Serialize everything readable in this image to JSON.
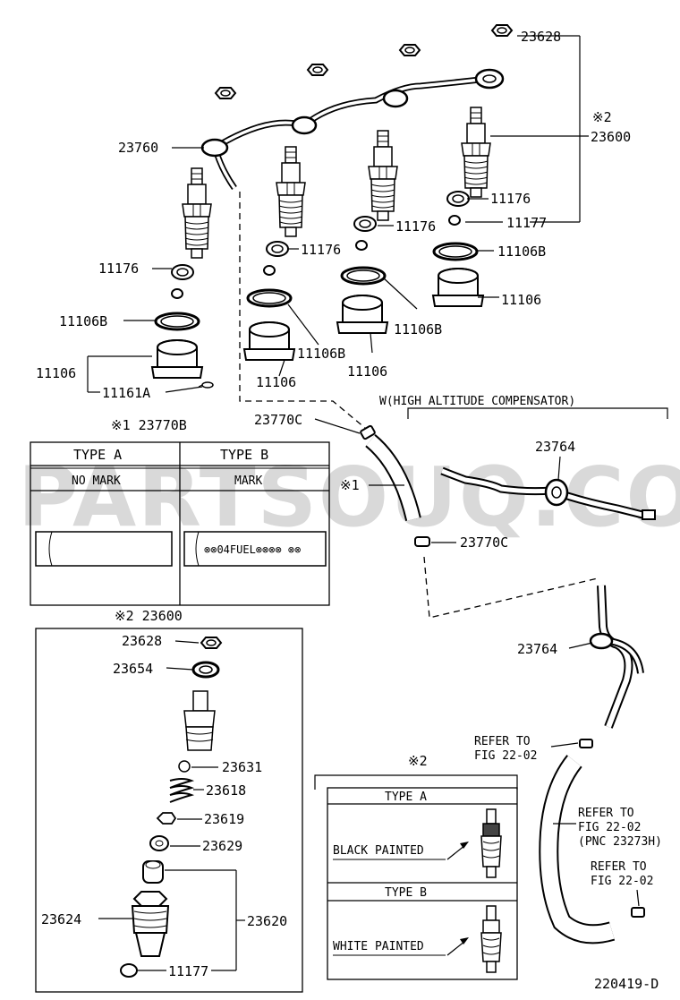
{
  "watermark": "PARTSOUQ.COM",
  "figure_code": "220419-D",
  "labels": {
    "p23628_top": "23628",
    "p23600_note": "※2",
    "p23600_top": "23600",
    "p23760": "23760",
    "p11176_r": "11176",
    "p11177_r": "11177",
    "p11176_mr": "11176",
    "p11176_m": "11176",
    "p11176_l": "11176",
    "p11106B_r": "11106B",
    "p11106_r": "11106",
    "p11106B_l": "11106B",
    "p11106B_m": "11106B",
    "p11106B_mr": "11106B",
    "p11106_l": "11106",
    "p11161A": "11161A",
    "p11106_m": "11106",
    "p11106_mr": "11106",
    "p23770C_a": "23770C",
    "p23770C_b": "23770C",
    "p23764_a": "23764",
    "p23764_b": "23764",
    "mark_x1": "※1",
    "high_alt": "W(HIGH ALTITUDE COMPENSATOR)",
    "refer_a_1": "REFER TO",
    "refer_a_2": "FIG 22-02",
    "refer_b_1": "REFER TO",
    "refer_b_2": "FIG 22-02",
    "refer_b_3": "(PNC 23273H)",
    "refer_c_1": "REFER TO",
    "refer_c_2": "FIG 22-02"
  },
  "hose_table": {
    "title": "※1 23770B",
    "type_a": "TYPE A",
    "type_b": "TYPE B",
    "mark_a": "NO MARK",
    "mark_b": "MARK",
    "print_text": "⊗⊗04FUEL⊗⊗⊗⊗ ⊗⊗"
  },
  "nozzle_box": {
    "title": "※2 23600",
    "parts": {
      "p23628": "23628",
      "p23654": "23654",
      "p23631": "23631",
      "p23618": "23618",
      "p23619": "23619",
      "p23629": "23629",
      "p23624": "23624",
      "p23620": "23620",
      "p11177": "11177"
    }
  },
  "paint_table": {
    "title": "※2",
    "type_a": "TYPE A",
    "type_b": "TYPE B",
    "paint_a": "BLACK PAINTED",
    "paint_b": "WHITE PAINTED"
  }
}
